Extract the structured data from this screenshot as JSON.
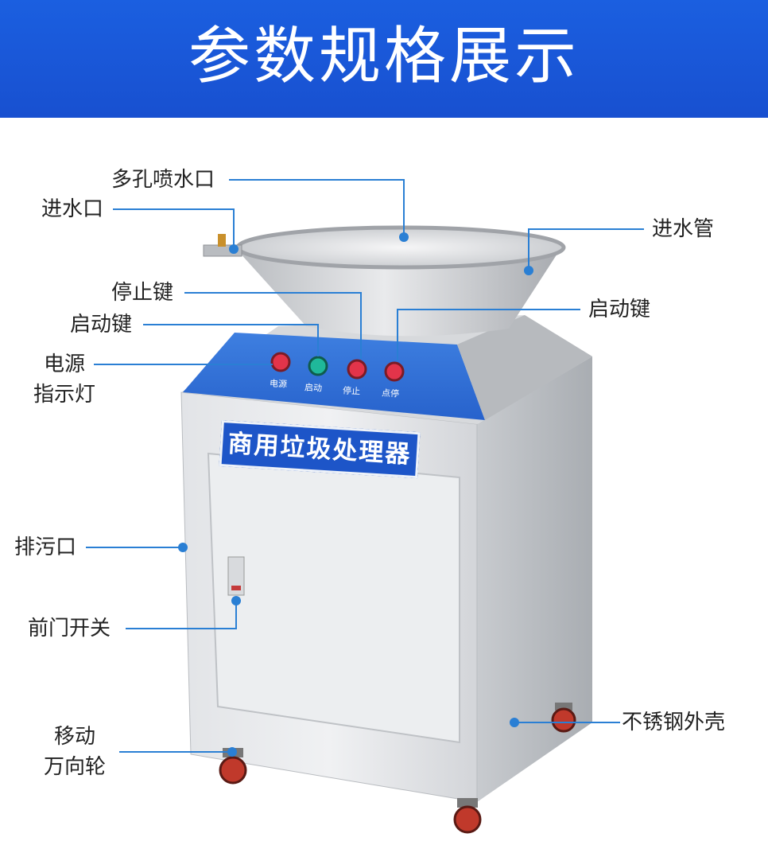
{
  "header": {
    "title": "参数规格展示"
  },
  "product": {
    "nameplate": "商用垃圾处理器"
  },
  "panel": {
    "buttons": [
      {
        "caption": "电源",
        "color": "#e3344a"
      },
      {
        "caption": "启动",
        "color": "#1fb89a"
      },
      {
        "caption": "停止",
        "color": "#e3344a"
      },
      {
        "caption": "点停",
        "color": "#e3344a"
      }
    ]
  },
  "callouts": {
    "spray_outlet": "多孔喷水口",
    "water_inlet": "进水口",
    "inlet_pipe": "进水管",
    "stop_key": "停止键",
    "start_key_left": "启动键",
    "start_key_right": "启动键",
    "power_light_line1": "电源",
    "power_light_line2": "指示灯",
    "drain_outlet": "排污口",
    "door_switch": "前门开关",
    "casters_line1": "移动",
    "casters_line2": "万向轮",
    "shell": "不锈钢外壳"
  },
  "colors": {
    "banner": "#1b5fe0",
    "callout_line": "#2a7fd4",
    "panel_blue": "#2a6fd8",
    "steel": "#cfd2d6"
  }
}
